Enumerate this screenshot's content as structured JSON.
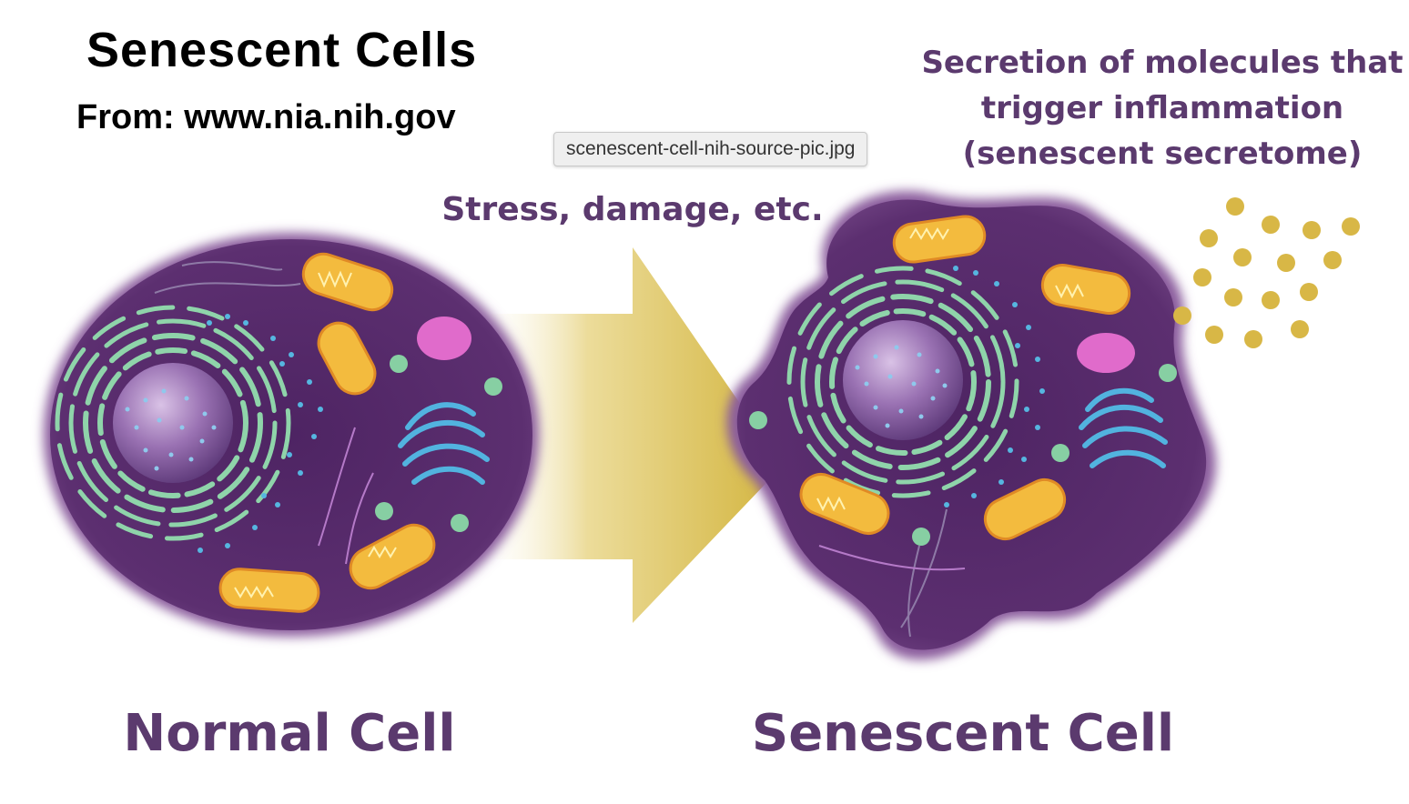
{
  "header": {
    "title": "Senescent Cells",
    "source": "From: www.nia.nih.gov"
  },
  "tooltip": {
    "filename": "scenescent-cell-nih-source-pic.jpg"
  },
  "diagram": {
    "arrow_label": "Stress, damage, etc.",
    "secretion_label": {
      "line1": "Secretion of molecules that",
      "line2": "trigger inflammation",
      "line3": "(senescent secretome)"
    },
    "normal_cell_label": "Normal Cell",
    "senescent_cell_label": "Senescent Cell"
  },
  "colors": {
    "cell_body": "#5a2f6e",
    "cell_edge": "#7c4f8e",
    "arrow": "#d6bb4a",
    "mitochondria": "#f1b83a",
    "er": "#86cfa5",
    "golgi": "#4fb1dc",
    "vesicle": "#e068c7",
    "secretome": "#d8b746",
    "label_text": "#5b3a6e"
  }
}
